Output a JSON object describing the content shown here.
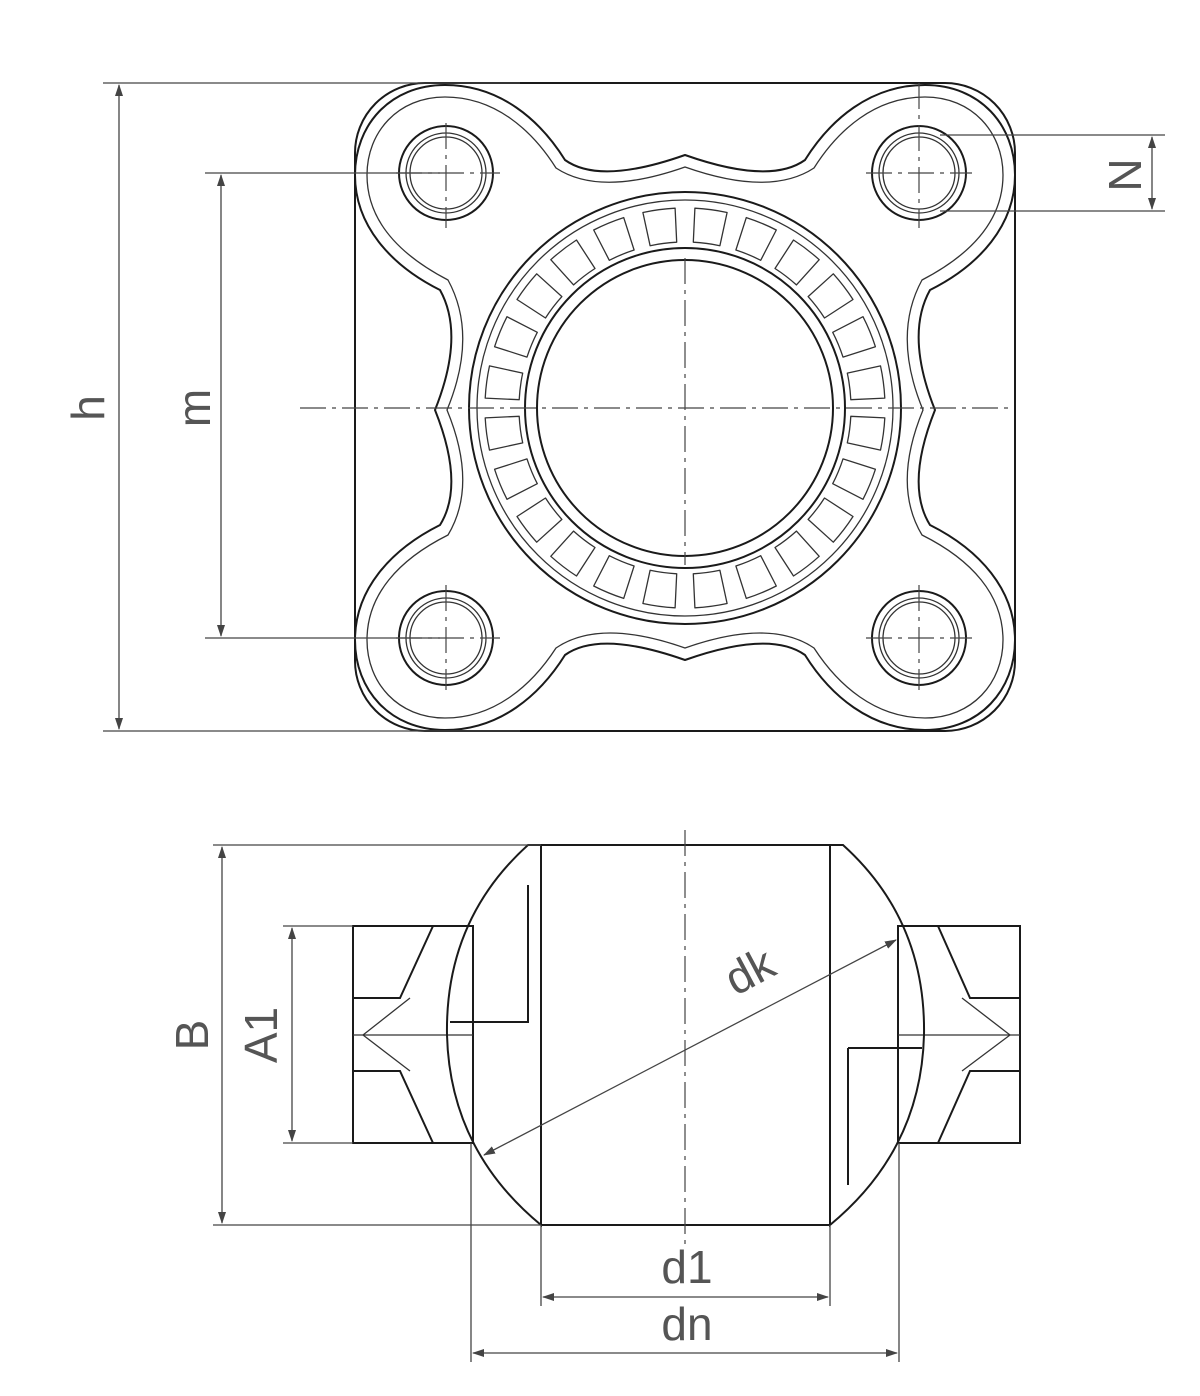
{
  "labels": {
    "h": "h",
    "m": "m",
    "N": "N",
    "B": "B",
    "A1": "A1",
    "dk": "dk",
    "d1": "d1",
    "dn": "dn"
  },
  "colors": {
    "line": "#1a1a1a",
    "dimension": "#444444",
    "label": "#555555"
  }
}
